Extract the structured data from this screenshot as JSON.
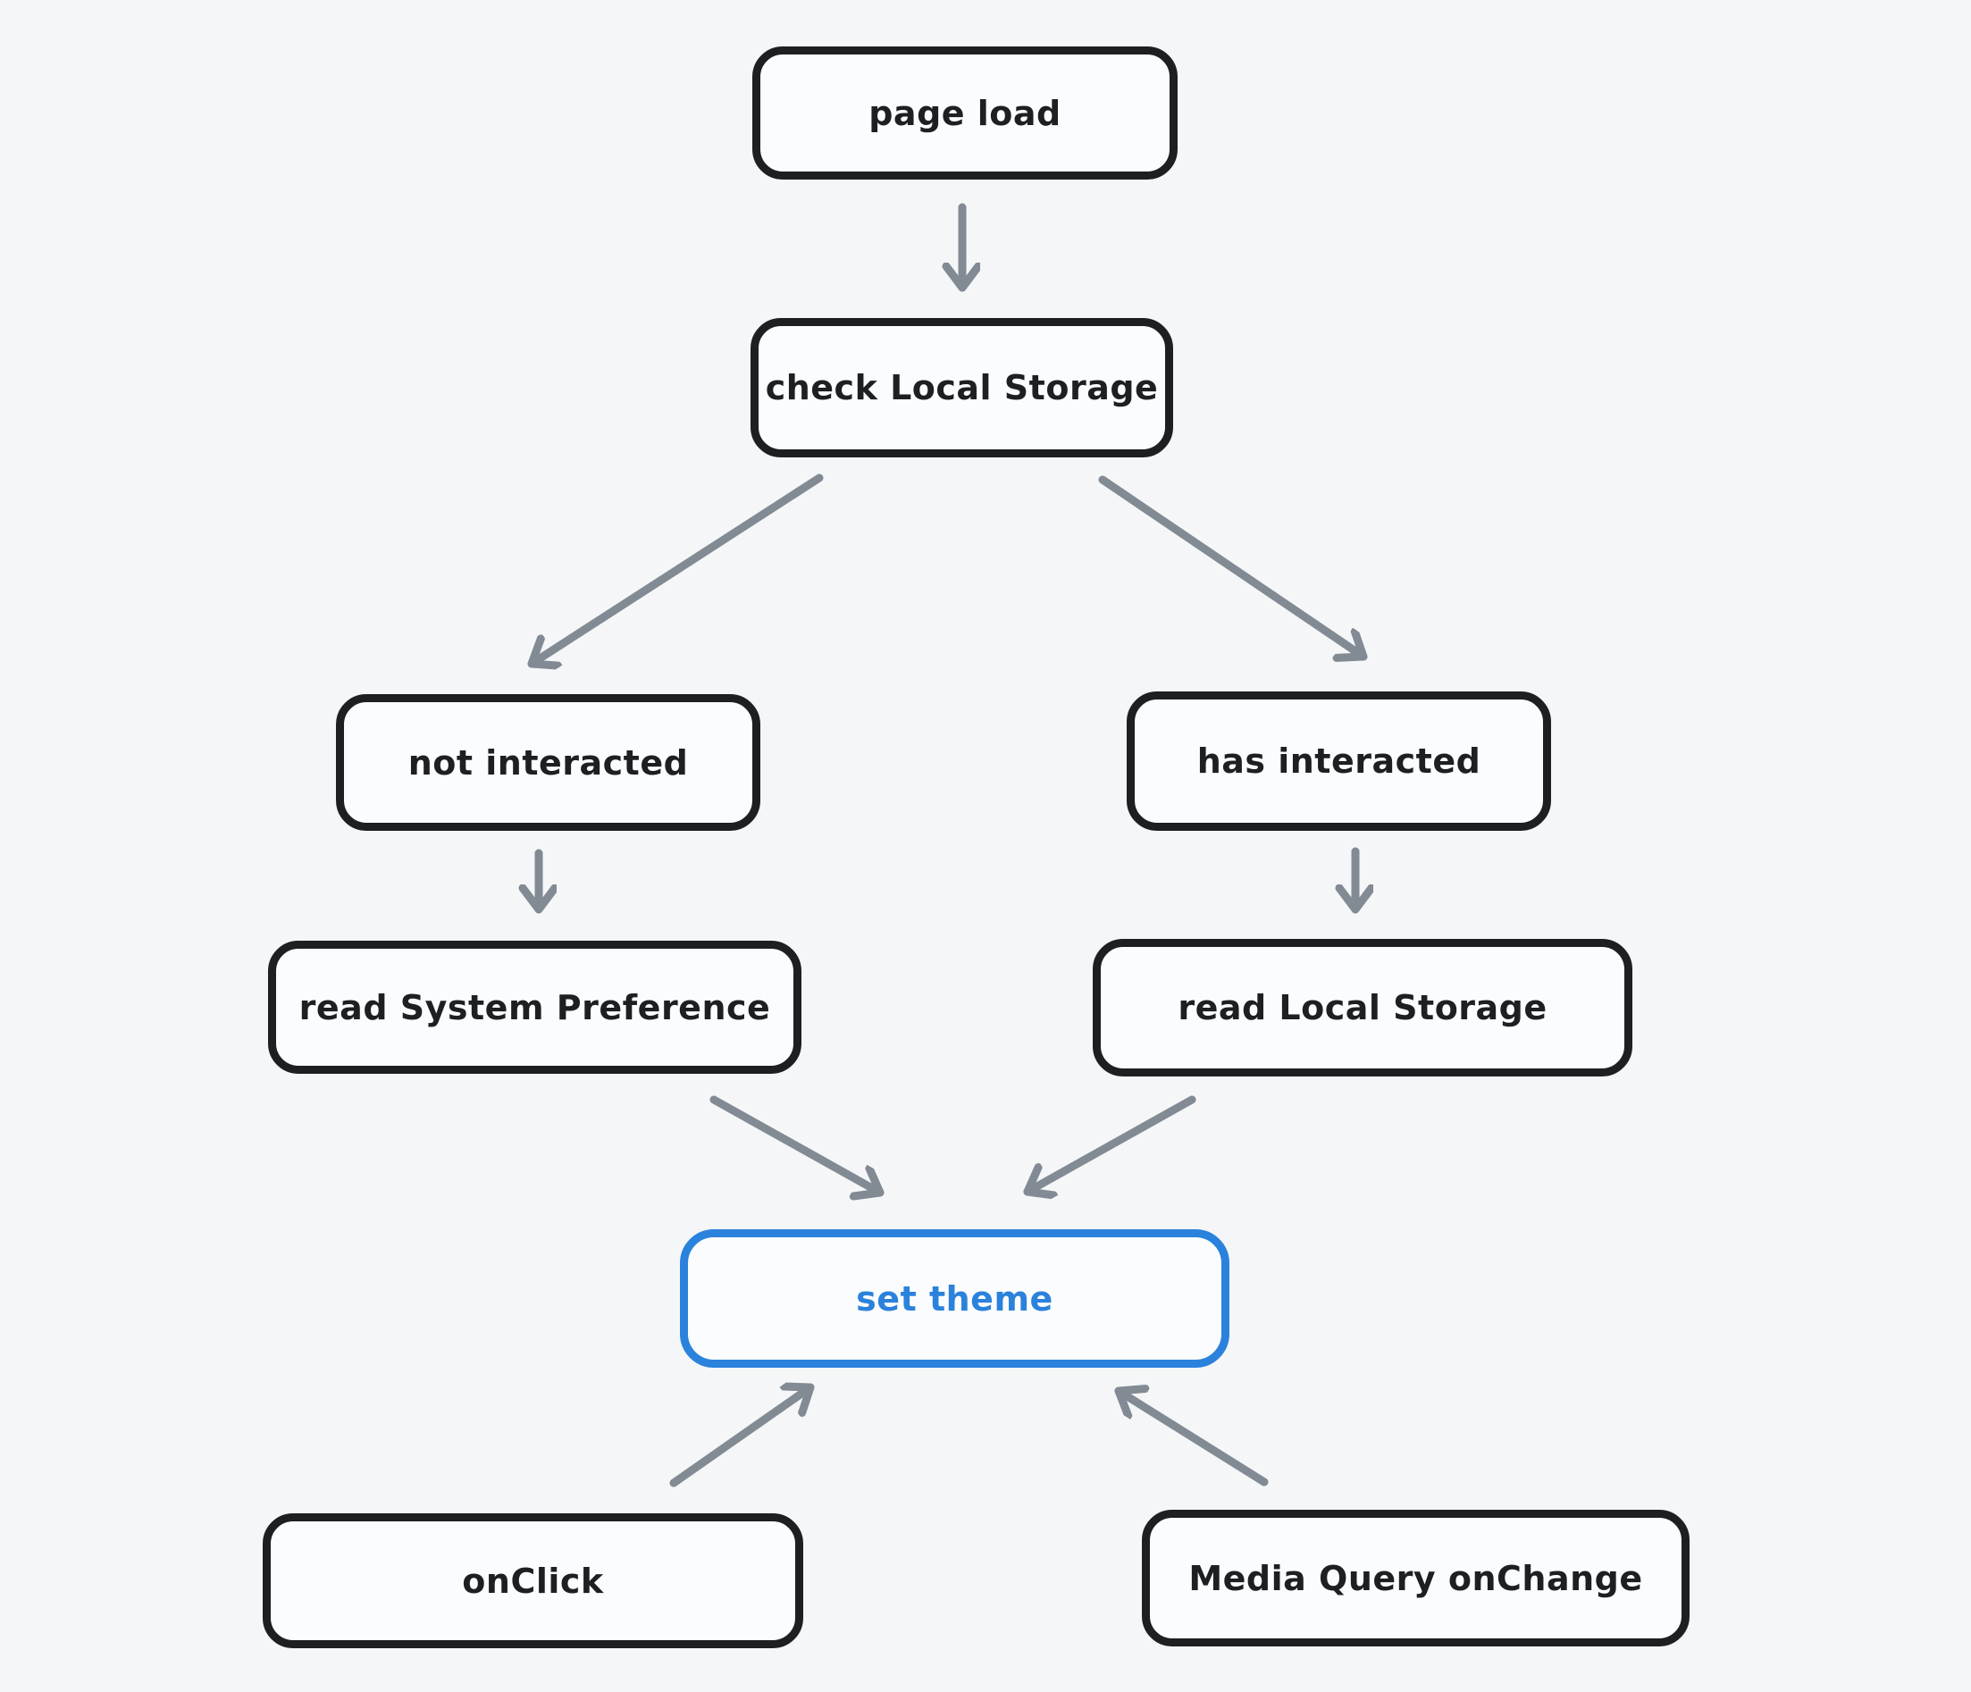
{
  "background_color": "#f4f6f8",
  "palette": {
    "node_stroke": "#1e1f22",
    "node_fill": "#fbfcfd",
    "arrow_color": "#828a93",
    "accent_blue": "#2b82dc"
  },
  "diagram": {
    "type": "flowchart",
    "nodes": {
      "page_load": {
        "label": "page load"
      },
      "check_local_storage": {
        "label": "check Local Storage"
      },
      "not_interacted": {
        "label": "not interacted"
      },
      "has_interacted": {
        "label": "has interacted"
      },
      "read_system_preference": {
        "label": "read System Preference"
      },
      "read_local_storage": {
        "label": "read Local Storage"
      },
      "set_theme": {
        "label": "set theme",
        "accent_color": "#2b82dc"
      },
      "on_click": {
        "label": "onClick"
      },
      "media_query_onchange": {
        "label": "Media Query onChange"
      }
    },
    "edges": [
      {
        "from": "page load",
        "to": "check Local Storage"
      },
      {
        "from": "check Local Storage",
        "to": "not interacted"
      },
      {
        "from": "check Local Storage",
        "to": "has interacted"
      },
      {
        "from": "not interacted",
        "to": "read System Preference"
      },
      {
        "from": "has interacted",
        "to": "read Local Storage"
      },
      {
        "from": "read System Preference",
        "to": "set theme"
      },
      {
        "from": "read Local Storage",
        "to": "set theme"
      },
      {
        "from": "onClick",
        "to": "set theme"
      },
      {
        "from": "Media Query onChange",
        "to": "set theme"
      }
    ]
  }
}
